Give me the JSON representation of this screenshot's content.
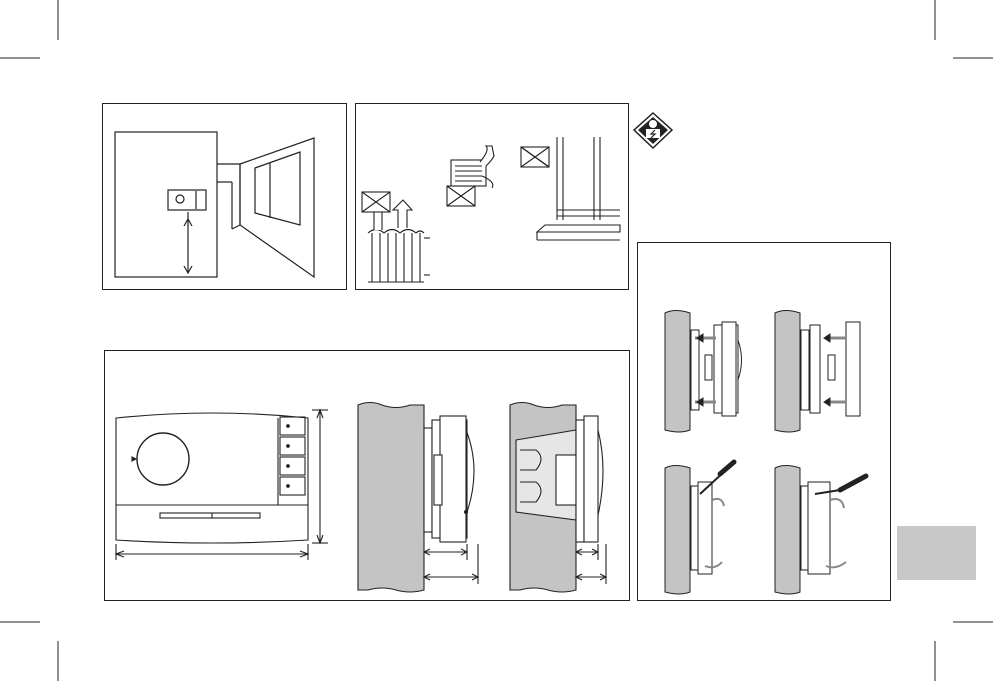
{
  "page": {
    "background": "#ffffff",
    "line_color": "#222222",
    "wall_color": "#c4c4c4",
    "tab_color": "#c8c8c8"
  },
  "icons": {
    "installer_warning": "electrician-warning-icon"
  },
  "panels": [
    {
      "id": "mounting-position"
    },
    {
      "id": "avoid-heat-sources"
    },
    {
      "id": "dimensions"
    },
    {
      "id": "installation-steps"
    }
  ]
}
